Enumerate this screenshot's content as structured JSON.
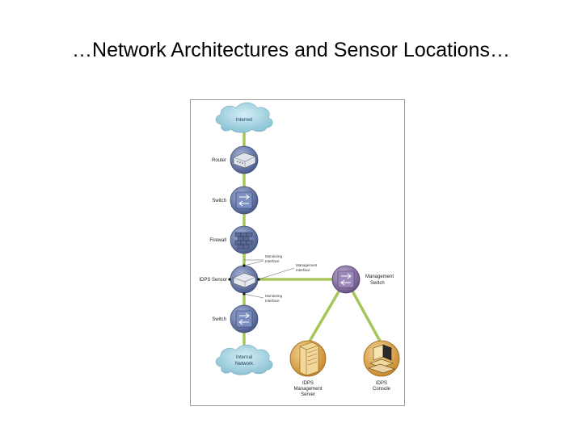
{
  "slide": {
    "title": "…Network Architectures and Sensor Locations…"
  },
  "diagram": {
    "colors": {
      "link": "#a6c65a",
      "cloud": "#a9d4e0",
      "device": "#6c7fae",
      "management": "#8e7aa8",
      "server": "#e2b15a"
    },
    "internet": "Internet",
    "router": "Router",
    "switch_top": "Switch",
    "firewall": "Firewall",
    "idps_sensor": "IDPS Sensor",
    "switch_bottom": "Switch",
    "internal_network": [
      "Internal",
      "Network"
    ],
    "monitoring_interface_top": [
      "Monitoring",
      "Interface"
    ],
    "management_interface": [
      "Management",
      "Interface"
    ],
    "monitoring_interface_bottom": [
      "Monitoring",
      "Interface"
    ],
    "management_switch": [
      "Management",
      "Switch"
    ],
    "idps_management_server": [
      "IDPS",
      "Management",
      "Server"
    ],
    "idps_console": [
      "IDPS",
      "Console"
    ]
  }
}
